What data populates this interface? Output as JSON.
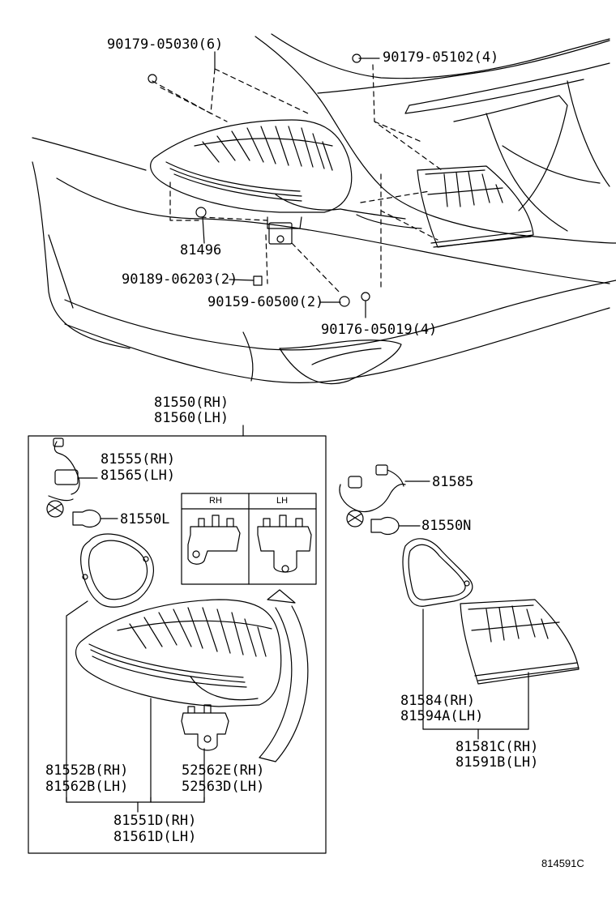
{
  "labels": {
    "p90179_05030": "90179-05030(6)",
    "p90179_05102": "90179-05102(4)",
    "p81496": "81496",
    "p90189_06203": "90189-06203(2)",
    "p90159_60500": "90159-60500(2)",
    "p90176_05019": "90176-05019(4)",
    "p81550_rh": "81550(RH)",
    "p81560_lh": "81560(LH)",
    "p81555_rh": "81555(RH)",
    "p81565_lh": "81565(LH)",
    "p81550l": "81550L",
    "p81585": "81585",
    "p81550n": "81550N",
    "p81584_rh": "81584(RH)",
    "p81594a_lh": "81594A(LH)",
    "p81581c_rh": "81581C(RH)",
    "p81591b_lh": "81591B(LH)",
    "p81552b_rh": "81552B(RH)",
    "p81562b_lh": "81562B(LH)",
    "p52562e_rh": "52562E(RH)",
    "p52563d_lh": "52563D(LH)",
    "p81551d_rh": "81551D(RH)",
    "p81561d_lh": "81561D(LH)"
  },
  "inset": {
    "rh": "RH",
    "lh": "LH"
  },
  "diagram_code": "814591C"
}
